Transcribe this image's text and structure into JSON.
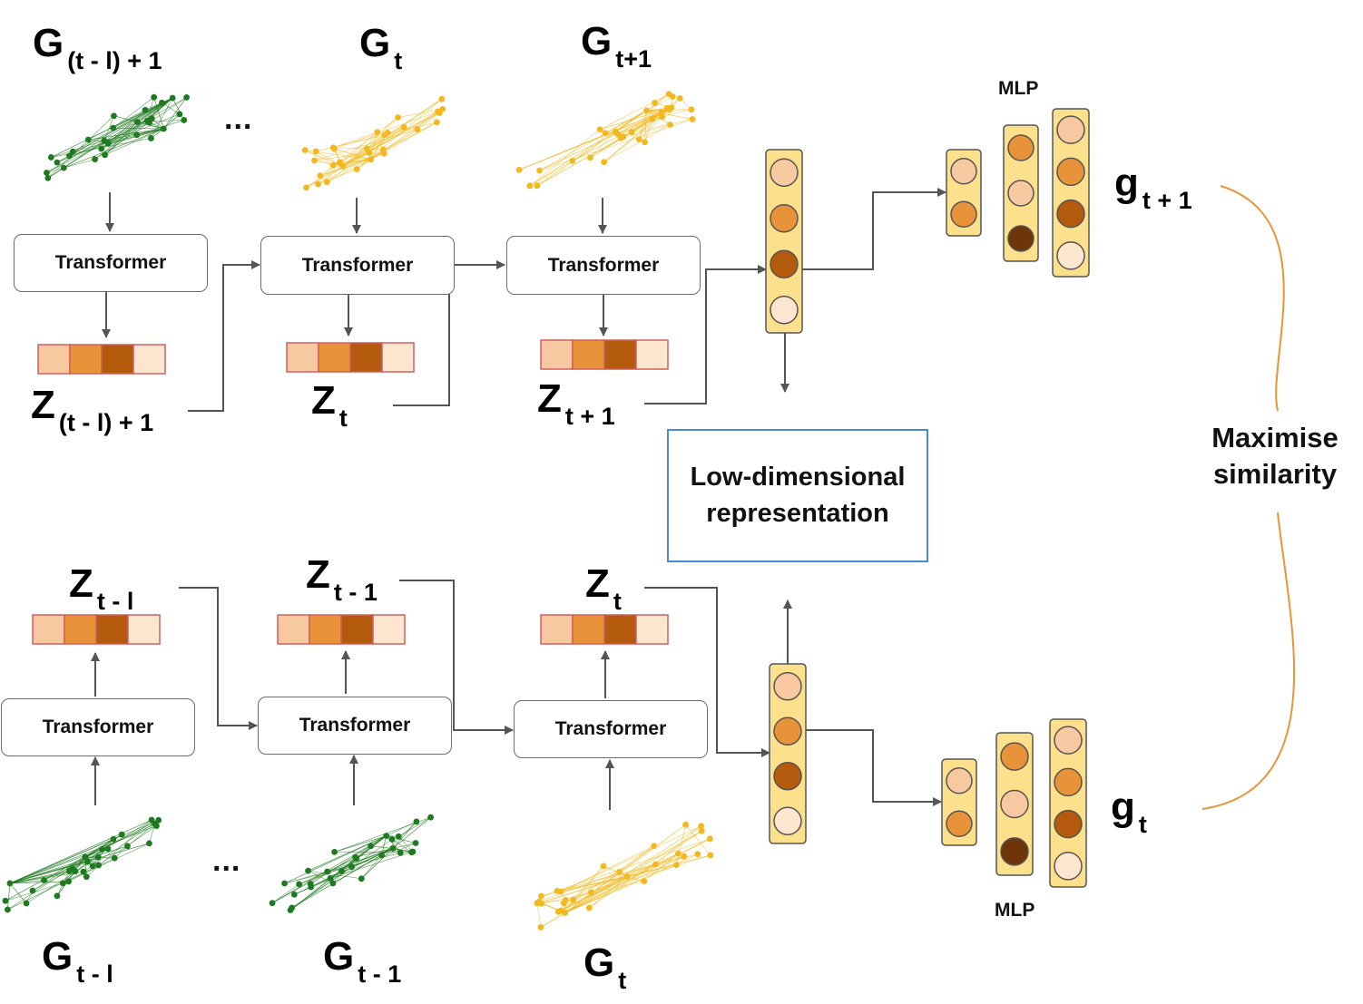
{
  "transformer_label": "Transformer",
  "mlp_label": "MLP",
  "ellipsis": "...",
  "low_dim_label": [
    "Low-dimensional",
    "representation"
  ],
  "similarity_label": [
    "Maximise",
    "similarity"
  ],
  "top_graphs": [
    {
      "base": "G",
      "sub": "(t - l) + 1"
    },
    {
      "base": "G",
      "sub": "t"
    },
    {
      "base": "G",
      "sub": "t+1"
    }
  ],
  "top_embeddings": [
    {
      "base": "Z",
      "sub": "(t - l) + 1"
    },
    {
      "base": "Z",
      "sub": "t"
    },
    {
      "base": "Z",
      "sub": "t + 1"
    }
  ],
  "bottom_embeddings": [
    {
      "base": "Z",
      "sub": "t - l"
    },
    {
      "base": "Z",
      "sub": "t - 1"
    },
    {
      "base": "Z",
      "sub": "t"
    }
  ],
  "bottom_graphs": [
    {
      "base": "G",
      "sub": "t - l"
    },
    {
      "base": "G",
      "sub": "t - 1"
    },
    {
      "base": "G",
      "sub": "t"
    }
  ],
  "outputs": [
    {
      "base": "g",
      "sub": "t + 1"
    },
    {
      "base": "g",
      "sub": "t"
    }
  ],
  "colors": {
    "green_graph": "#1e7a1e",
    "yellow_graph": "#f2b81e",
    "shade1": "#f8c9a0",
    "shade2": "#e8923a",
    "shade3": "#b35a0c",
    "shade4": "#fde6cf",
    "shade_dark": "#6e3608",
    "column_fill": "#fde08c",
    "arrow": "#555555",
    "similarity_curve": "#e8943a",
    "box_border": "#4a8ad8"
  }
}
